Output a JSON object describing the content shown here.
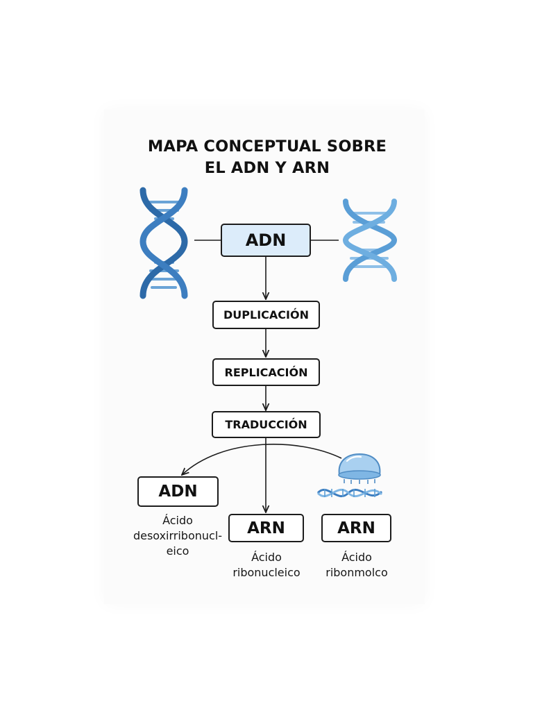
{
  "title": {
    "line1": "MAPA CONCEPTUAL SOBRE",
    "line2": "EL ADN Y ARN"
  },
  "nodes": {
    "top": "ADN",
    "step1": "DUPLICACIÓN",
    "step2": "REPLICACIÓN",
    "step3": "TRADUCCIÓN",
    "left": "ADN",
    "middle": "ARN",
    "right": "ARN"
  },
  "captions": {
    "left": {
      "line1": "Ácido",
      "line2": "desoxirribonucl-",
      "line3": "eico"
    },
    "middle": {
      "line1": "Ácido",
      "line2": "ribonucleico"
    },
    "right": {
      "line1": "Ácido",
      "line2": "ribonmolco"
    }
  },
  "icons": [
    "dna-helix-dark-icon",
    "dna-helix-light-icon",
    "ribosome-icon",
    "rna-strand-icon"
  ],
  "colors": {
    "top_box_fill": "#dcecfa",
    "helix_dark": "#2d6aa8",
    "helix_light": "#5a9ed6",
    "ribosome": "#a9d0f0"
  }
}
